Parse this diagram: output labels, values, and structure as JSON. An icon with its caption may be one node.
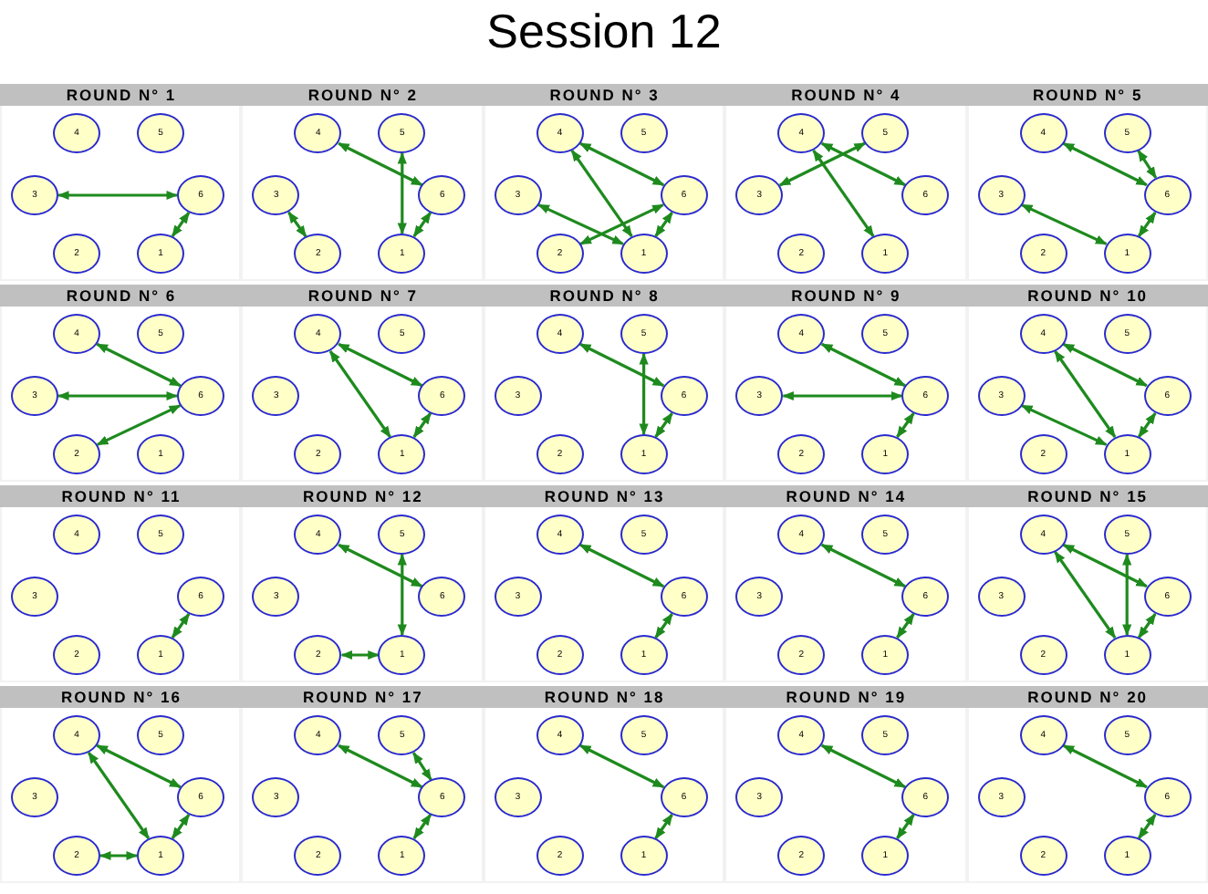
{
  "diagram": {
    "title": "Session 12",
    "nodes": [
      {
        "text": [
          "ROUND N° 1"
        ]
      },
      {
        "text": [
          "4"
        ],
        "in": 0
      },
      {
        "text": [
          "5"
        ],
        "in": 0
      },
      {
        "text": [
          "3"
        ],
        "in": 0
      },
      {
        "text": [
          "6"
        ],
        "in": 0
      },
      {
        "text": [
          "2"
        ],
        "in": 0
      },
      {
        "text": [
          "1"
        ],
        "in": 0
      },
      {
        "text": [
          "ROUND N° 2"
        ]
      },
      {
        "text": [
          "4"
        ],
        "in": 7
      },
      {
        "text": [
          "5"
        ],
        "in": 7
      },
      {
        "text": [
          "3"
        ],
        "in": 7
      },
      {
        "text": [
          "6"
        ],
        "in": 7
      },
      {
        "text": [
          "2"
        ],
        "in": 7
      },
      {
        "text": [
          "1"
        ],
        "in": 7
      },
      {
        "text": [
          "ROUND N° 3"
        ]
      },
      {
        "text": [
          "4"
        ],
        "in": 14
      },
      {
        "text": [
          "5"
        ],
        "in": 14
      },
      {
        "text": [
          "3"
        ],
        "in": 14
      },
      {
        "text": [
          "6"
        ],
        "in": 14
      },
      {
        "text": [
          "2"
        ],
        "in": 14
      },
      {
        "text": [
          "1"
        ],
        "in": 14
      },
      {
        "text": [
          "ROUND N° 4"
        ]
      },
      {
        "text": [
          "4"
        ],
        "in": 21
      },
      {
        "text": [
          "5"
        ],
        "in": 21
      },
      {
        "text": [
          "3"
        ],
        "in": 21
      },
      {
        "text": [
          "6"
        ],
        "in": 21
      },
      {
        "text": [
          "2"
        ],
        "in": 21
      },
      {
        "text": [
          "1"
        ],
        "in": 21
      },
      {
        "text": [
          "ROUND N° 5"
        ]
      },
      {
        "text": [
          "4"
        ],
        "in": 28
      },
      {
        "text": [
          "5"
        ],
        "in": 28
      },
      {
        "text": [
          "3"
        ],
        "in": 28
      },
      {
        "text": [
          "6"
        ],
        "in": 28
      },
      {
        "text": [
          "2"
        ],
        "in": 28
      },
      {
        "text": [
          "1"
        ],
        "in": 28
      },
      {
        "text": [
          "ROUND N° 6"
        ]
      },
      {
        "text": [
          "4"
        ],
        "in": 35
      },
      {
        "text": [
          "5"
        ],
        "in": 35
      },
      {
        "text": [
          "3"
        ],
        "in": 35
      },
      {
        "text": [
          "6"
        ],
        "in": 35
      },
      {
        "text": [
          "2"
        ],
        "in": 35
      },
      {
        "text": [
          "1"
        ],
        "in": 35
      },
      {
        "text": [
          "ROUND N° 7"
        ]
      },
      {
        "text": [
          "4"
        ],
        "in": 42
      },
      {
        "text": [
          "5"
        ],
        "in": 42
      },
      {
        "text": [
          "3"
        ],
        "in": 42
      },
      {
        "text": [
          "6"
        ],
        "in": 42
      },
      {
        "text": [
          "2"
        ],
        "in": 42
      },
      {
        "text": [
          "1"
        ],
        "in": 42
      },
      {
        "text": [
          "ROUND N° 8"
        ]
      },
      {
        "text": [
          "4"
        ],
        "in": 49
      },
      {
        "text": [
          "5"
        ],
        "in": 49
      },
      {
        "text": [
          "3"
        ],
        "in": 49
      },
      {
        "text": [
          "6"
        ],
        "in": 49
      },
      {
        "text": [
          "2"
        ],
        "in": 49
      },
      {
        "text": [
          "1"
        ],
        "in": 49
      },
      {
        "text": [
          "ROUND N° 9"
        ]
      },
      {
        "text": [
          "4"
        ],
        "in": 56
      },
      {
        "text": [
          "5"
        ],
        "in": 56
      },
      {
        "text": [
          "3"
        ],
        "in": 56
      },
      {
        "text": [
          "6"
        ],
        "in": 56
      },
      {
        "text": [
          "2"
        ],
        "in": 56
      },
      {
        "text": [
          "1"
        ],
        "in": 56
      },
      {
        "text": [
          "ROUND N° 10"
        ]
      },
      {
        "text": [
          "4"
        ],
        "in": 63
      },
      {
        "text": [
          "5"
        ],
        "in": 63
      },
      {
        "text": [
          "3"
        ],
        "in": 63
      },
      {
        "text": [
          "6"
        ],
        "in": 63
      },
      {
        "text": [
          "2"
        ],
        "in": 63
      },
      {
        "text": [
          "1"
        ],
        "in": 63
      },
      {
        "text": [
          "ROUND N° 11"
        ]
      },
      {
        "text": [
          "4"
        ],
        "in": 70
      },
      {
        "text": [
          "5"
        ],
        "in": 70
      },
      {
        "text": [
          "3"
        ],
        "in": 70
      },
      {
        "text": [
          "6"
        ],
        "in": 70
      },
      {
        "text": [
          "2"
        ],
        "in": 70
      },
      {
        "text": [
          "1"
        ],
        "in": 70
      },
      {
        "text": [
          "ROUND N° 12"
        ]
      },
      {
        "text": [
          "4"
        ],
        "in": 77
      },
      {
        "text": [
          "5"
        ],
        "in": 77
      },
      {
        "text": [
          "3"
        ],
        "in": 77
      },
      {
        "text": [
          "6"
        ],
        "in": 77
      },
      {
        "text": [
          "2"
        ],
        "in": 77
      },
      {
        "text": [
          "1"
        ],
        "in": 77
      },
      {
        "text": [
          "ROUND N° 13"
        ]
      },
      {
        "text": [
          "4"
        ],
        "in": 84
      },
      {
        "text": [
          "5"
        ],
        "in": 84
      },
      {
        "text": [
          "3"
        ],
        "in": 84
      },
      {
        "text": [
          "6"
        ],
        "in": 84
      },
      {
        "text": [
          "2"
        ],
        "in": 84
      },
      {
        "text": [
          "1"
        ],
        "in": 84
      },
      {
        "text": [
          "ROUND N° 14"
        ]
      },
      {
        "text": [
          "4"
        ],
        "in": 91
      },
      {
        "text": [
          "5"
        ],
        "in": 91
      },
      {
        "text": [
          "3"
        ],
        "in": 91
      },
      {
        "text": [
          "6"
        ],
        "in": 91
      },
      {
        "text": [
          "2"
        ],
        "in": 91
      },
      {
        "text": [
          "1"
        ],
        "in": 91
      },
      {
        "text": [
          "ROUND N° 15"
        ]
      },
      {
        "text": [
          "4"
        ],
        "in": 98
      },
      {
        "text": [
          "5"
        ],
        "in": 98
      },
      {
        "text": [
          "3"
        ],
        "in": 98
      },
      {
        "text": [
          "6"
        ],
        "in": 98
      },
      {
        "text": [
          "2"
        ],
        "in": 98
      },
      {
        "text": [
          "1"
        ],
        "in": 98
      },
      {
        "text": [
          "ROUND N° 16"
        ]
      },
      {
        "text": [
          "4"
        ],
        "in": 105
      },
      {
        "text": [
          "5"
        ],
        "in": 105
      },
      {
        "text": [
          "3"
        ],
        "in": 105
      },
      {
        "text": [
          "6"
        ],
        "in": 105
      },
      {
        "text": [
          "2"
        ],
        "in": 105
      },
      {
        "text": [
          "1"
        ],
        "in": 105
      },
      {
        "text": [
          "ROUND N° 17"
        ]
      },
      {
        "text": [
          "4"
        ],
        "in": 112
      },
      {
        "text": [
          "5"
        ],
        "in": 112
      },
      {
        "text": [
          "3"
        ],
        "in": 112
      },
      {
        "text": [
          "6"
        ],
        "in": 112
      },
      {
        "text": [
          "2"
        ],
        "in": 112
      },
      {
        "text": [
          "1"
        ],
        "in": 112
      },
      {
        "text": [
          "ROUND N° 18"
        ]
      },
      {
        "text": [
          "4"
        ],
        "in": 119
      },
      {
        "text": [
          "5"
        ],
        "in": 119
      },
      {
        "text": [
          "3"
        ],
        "in": 119
      },
      {
        "text": [
          "6"
        ],
        "in": 119
      },
      {
        "text": [
          "2"
        ],
        "in": 119
      },
      {
        "text": [
          "1"
        ],
        "in": 119
      },
      {
        "text": [
          "ROUND N° 19"
        ]
      },
      {
        "text": [
          "4"
        ],
        "in": 126
      },
      {
        "text": [
          "5"
        ],
        "in": 126
      },
      {
        "text": [
          "3"
        ],
        "in": 126
      },
      {
        "text": [
          "6"
        ],
        "in": 126
      },
      {
        "text": [
          "2"
        ],
        "in": 126
      },
      {
        "text": [
          "1"
        ],
        "in": 126
      },
      {
        "text": [
          "ROUND N° 20"
        ]
      },
      {
        "text": [
          "4"
        ],
        "in": 133
      },
      {
        "text": [
          "5"
        ],
        "in": 133
      },
      {
        "text": [
          "3"
        ],
        "in": 133
      },
      {
        "text": [
          "6"
        ],
        "in": 133
      },
      {
        "text": [
          "2"
        ],
        "in": 133
      },
      {
        "text": [
          "1"
        ],
        "in": 133
      }
    ],
    "edges": [
      {
        "from": 3,
        "to": 4,
        "arrow": "both"
      },
      {
        "from": 6,
        "to": 4,
        "arrow": "both"
      },
      {
        "from": 8,
        "to": 11,
        "arrow": "both"
      },
      {
        "from": 9,
        "to": 13,
        "arrow": "both"
      },
      {
        "from": 12,
        "to": 10,
        "arrow": "both"
      },
      {
        "from": 13,
        "to": 11,
        "arrow": "both"
      },
      {
        "from": 15,
        "to": 18,
        "arrow": "both"
      },
      {
        "from": 15,
        "to": 20,
        "arrow": "both"
      },
      {
        "from": 17,
        "to": 20,
        "arrow": "both"
      },
      {
        "from": 19,
        "to": 18,
        "arrow": "both"
      },
      {
        "from": 20,
        "to": 18,
        "arrow": "both"
      },
      {
        "from": 22,
        "to": 25,
        "arrow": "both"
      },
      {
        "from": 22,
        "to": 27,
        "arrow": "both"
      },
      {
        "from": 23,
        "to": 24,
        "arrow": "both"
      },
      {
        "from": 29,
        "to": 32,
        "arrow": "both"
      },
      {
        "from": 30,
        "to": 32,
        "arrow": "both"
      },
      {
        "from": 31,
        "to": 34,
        "arrow": "both"
      },
      {
        "from": 34,
        "to": 32,
        "arrow": "both"
      },
      {
        "from": 36,
        "to": 39,
        "arrow": "both"
      },
      {
        "from": 38,
        "to": 39,
        "arrow": "both"
      },
      {
        "from": 40,
        "to": 39,
        "arrow": "both"
      },
      {
        "from": 43,
        "to": 46,
        "arrow": "both"
      },
      {
        "from": 43,
        "to": 48,
        "arrow": "both"
      },
      {
        "from": 48,
        "to": 46,
        "arrow": "both"
      },
      {
        "from": 50,
        "to": 53,
        "arrow": "both"
      },
      {
        "from": 51,
        "to": 55,
        "arrow": "both"
      },
      {
        "from": 55,
        "to": 53,
        "arrow": "both"
      },
      {
        "from": 57,
        "to": 60,
        "arrow": "both"
      },
      {
        "from": 59,
        "to": 60,
        "arrow": "both"
      },
      {
        "from": 62,
        "to": 60,
        "arrow": "both"
      },
      {
        "from": 64,
        "to": 67,
        "arrow": "both"
      },
      {
        "from": 64,
        "to": 69,
        "arrow": "both"
      },
      {
        "from": 66,
        "to": 69,
        "arrow": "both"
      },
      {
        "from": 69,
        "to": 67,
        "arrow": "both"
      },
      {
        "from": 76,
        "to": 74,
        "arrow": "both"
      },
      {
        "from": 78,
        "to": 81,
        "arrow": "both"
      },
      {
        "from": 79,
        "to": 83,
        "arrow": "both"
      },
      {
        "from": 82,
        "to": 83,
        "arrow": "both"
      },
      {
        "from": 85,
        "to": 88,
        "arrow": "both"
      },
      {
        "from": 90,
        "to": 88,
        "arrow": "both"
      },
      {
        "from": 92,
        "to": 95,
        "arrow": "both"
      },
      {
        "from": 97,
        "to": 95,
        "arrow": "both"
      },
      {
        "from": 99,
        "to": 102,
        "arrow": "both"
      },
      {
        "from": 99,
        "to": 104,
        "arrow": "both"
      },
      {
        "from": 100,
        "to": 104,
        "arrow": "both"
      },
      {
        "from": 104,
        "to": 102,
        "arrow": "both"
      },
      {
        "from": 106,
        "to": 109,
        "arrow": "both"
      },
      {
        "from": 106,
        "to": 111,
        "arrow": "both"
      },
      {
        "from": 110,
        "to": 111,
        "arrow": "both"
      },
      {
        "from": 111,
        "to": 109,
        "arrow": "both"
      },
      {
        "from": 113,
        "to": 116,
        "arrow": "both"
      },
      {
        "from": 114,
        "to": 116,
        "arrow": "both"
      },
      {
        "from": 118,
        "to": 116,
        "arrow": "both"
      },
      {
        "from": 120,
        "to": 123,
        "arrow": "both"
      },
      {
        "from": 125,
        "to": 123,
        "arrow": "both"
      },
      {
        "from": 127,
        "to": 130,
        "arrow": "both"
      },
      {
        "from": 132,
        "to": 130,
        "arrow": "both"
      },
      {
        "from": 134,
        "to": 137,
        "arrow": "both"
      },
      {
        "from": 139,
        "to": 137,
        "arrow": "both"
      }
    ]
  }
}
